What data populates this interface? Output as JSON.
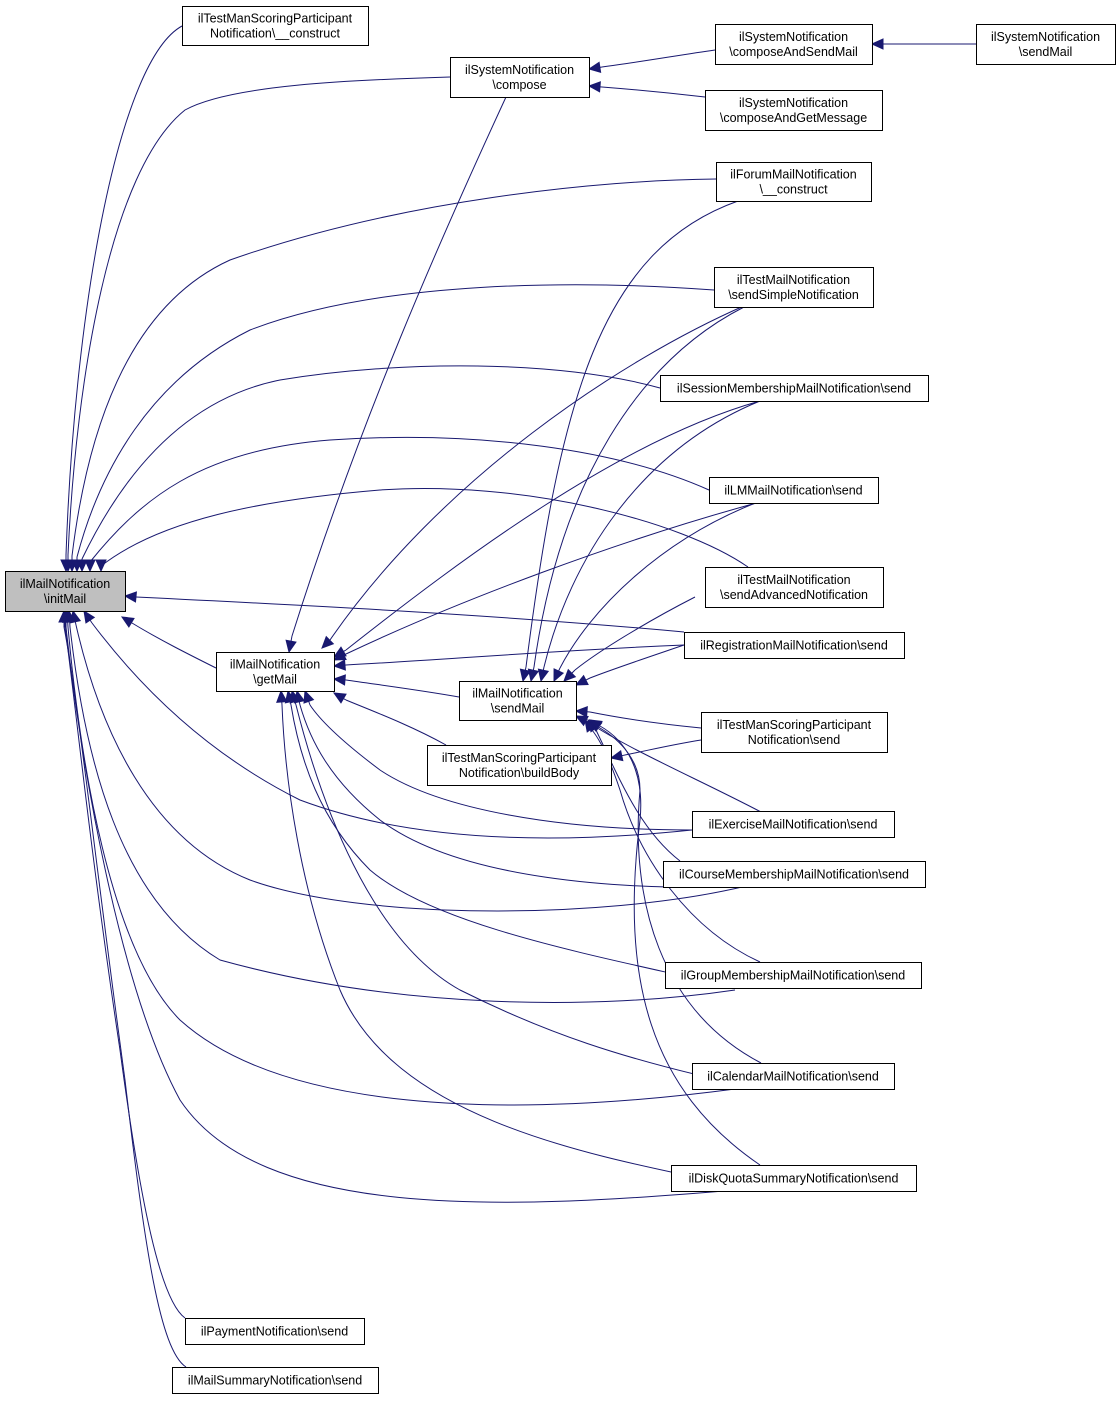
{
  "colors": {
    "edge": "#191970",
    "root_fill": "#bfbfbf",
    "node_fill": "#ffffff",
    "node_stroke": "#000000"
  },
  "nodes": {
    "initMail": [
      "ilMailNotification",
      "\\initMail"
    ],
    "getMail": [
      "ilMailNotification",
      "\\getMail"
    ],
    "sendMail": [
      "ilMailNotification",
      "\\sendMail"
    ],
    "buildBody": [
      "ilTestManScoringParticipant",
      "Notification\\buildBody"
    ],
    "tmsConstruct": [
      "ilTestManScoringParticipant",
      "Notification\\__construct"
    ],
    "compose": [
      "ilSystemNotification",
      "\\compose"
    ],
    "composeAndSendMail": [
      "ilSystemNotification",
      "\\composeAndSendMail"
    ],
    "composeAndGetMessage": [
      "ilSystemNotification",
      "\\composeAndGetMessage"
    ],
    "sysSendMail": [
      "ilSystemNotification",
      "\\sendMail"
    ],
    "forumConstruct": [
      "ilForumMailNotification",
      "\\__construct"
    ],
    "testSimple": [
      "ilTestMailNotification",
      "\\sendSimpleNotification"
    ],
    "sessionSend": [
      "ilSessionMembershipMailNotification\\send"
    ],
    "lmSend": [
      "ilLMMailNotification\\send"
    ],
    "testAdvanced": [
      "ilTestMailNotification",
      "\\sendAdvancedNotification"
    ],
    "registrationSend": [
      "ilRegistrationMailNotification\\send"
    ],
    "tmsSend": [
      "ilTestManScoringParticipant",
      "Notification\\send"
    ],
    "exerciseSend": [
      "ilExerciseMailNotification\\send"
    ],
    "courseSend": [
      "ilCourseMembershipMailNotification\\send"
    ],
    "groupSend": [
      "ilGroupMembershipMailNotification\\send"
    ],
    "calendarSend": [
      "ilCalendarMailNotification\\send"
    ],
    "diskSend": [
      "ilDiskQuotaSummaryNotification\\send"
    ],
    "paymentSend": [
      "ilPaymentNotification\\send"
    ],
    "summarySend": [
      "ilMailSummaryNotification\\send"
    ]
  }
}
